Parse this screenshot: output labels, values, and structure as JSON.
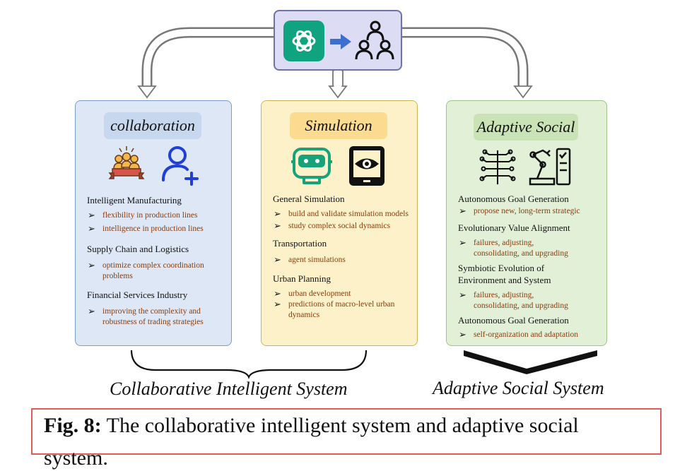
{
  "top_node": {
    "logo_icon": "chatgpt-logo-icon",
    "arrow_icon": "right-arrow-icon",
    "people_icon": "multi-agent-people-icon"
  },
  "panels": {
    "collaboration": {
      "title": "collaboration",
      "icons": [
        "team-award-icon",
        "add-user-icon"
      ],
      "sections": [
        {
          "heading": "Intelligent Manufacturing",
          "bullets": [
            "flexibility in production lines",
            "intelligence  in production lines"
          ]
        },
        {
          "heading": "Supply Chain and Logistics",
          "bullets": [
            "optimize complex coordination problems"
          ]
        },
        {
          "heading": "Financial Services Industry",
          "bullets": [
            "improving the complexity and robustness of trading strategies"
          ]
        }
      ]
    },
    "simulation": {
      "title": "Simulation",
      "icons": [
        "vr-headset-icon",
        "mobile-eye-icon"
      ],
      "sections": [
        {
          "heading": "General Simulation",
          "bullets": [
            "build and validate simulation models",
            "study complex social dynamics"
          ]
        },
        {
          "heading": "Transportation",
          "bullets": [
            "agent simulations"
          ]
        },
        {
          "heading": "Urban Planning",
          "bullets": [
            "urban development",
            "predictions of macro-level urban dynamics"
          ]
        }
      ]
    },
    "adaptive": {
      "title": "Adaptive Social",
      "icons": [
        "neural-network-icon",
        "robot-arm-icon"
      ],
      "sections": [
        {
          "heading": "Autonomous Goal Generation",
          "bullets": [
            "propose new, long-term strategic"
          ]
        },
        {
          "heading": "Evolutionary Value Alignment",
          "bullets": [
            "failures, adjusting, consolidating, and upgrading"
          ]
        },
        {
          "heading": "Symbiotic Evolution of Environment and System",
          "bullets": [
            "failures, adjusting, consolidating, and upgrading"
          ]
        },
        {
          "heading": "Autonomous Goal Generation",
          "bullets": [
            "self-organization and adaptation"
          ]
        }
      ]
    }
  },
  "system_labels": {
    "collaborative": "Collaborative Intelligent System",
    "adaptive": "Adaptive Social System"
  },
  "caption": {
    "label": "Fig. 8:",
    "text": "The collaborative intelligent system and adaptive social",
    "continuation": "system."
  },
  "colors": {
    "collab_bg": "#dde7f5",
    "sim_bg": "#fdf1c9",
    "adapt_bg": "#e3f0d8",
    "bullet_text": "#8a3b0a",
    "caption_border": "#e35b5b",
    "gpt_green": "#0fa47f"
  }
}
